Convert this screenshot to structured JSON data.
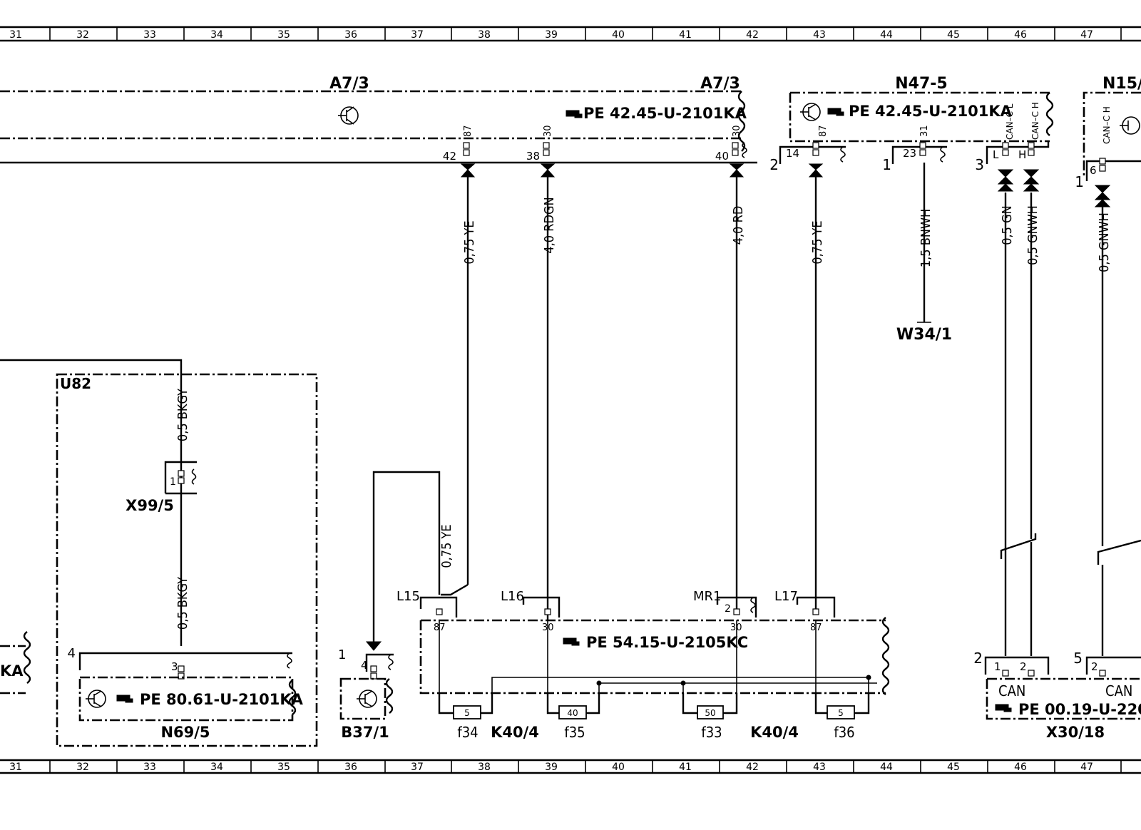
{
  "grid": {
    "numbers": [
      "31",
      "32",
      "33",
      "34",
      "35",
      "36",
      "37",
      "38",
      "39",
      "40",
      "41",
      "42",
      "43",
      "44",
      "45",
      "46",
      "47"
    ]
  },
  "components": {
    "a7_3_left": "A7/3",
    "a7_3_right": "A7/3",
    "n47_5": "N47-5",
    "n15": "N15/",
    "w34_1": "W34/1",
    "u82": "U82",
    "x99_5": "X99/5",
    "n69_5": "N69/5",
    "b37_1": "B37/1",
    "k40_4_left": "K40/4",
    "k40_4_right": "K40/4",
    "x30_18": "X30/18"
  },
  "refs": {
    "a7_3": "PE  42.45-U-2101KA",
    "n47_5": "PE  42.45-U-2101KA",
    "k40_4": "PE  54.15-U-2105KC",
    "n69_5": "PE  80.61-U-2101KA",
    "x30_18": "PE  00.19-U-220",
    "left_cut": "KA"
  },
  "pins": {
    "a7_87": "87",
    "a7_42": "42",
    "a7_30a": "30",
    "a7_38": "38",
    "a7_30b": "30",
    "a7_40": "40",
    "n47_87": "87",
    "n47_14": "14",
    "n47_2": "2",
    "n47_31": "31",
    "n47_23": "23",
    "n47_1": "1",
    "n47_canl": "CAN–C L",
    "n47_canh": "CAN–C H",
    "n47_l": "L",
    "n47_h": "H",
    "n47_3": "3",
    "n15_canh": "CAN–C H",
    "n15_6": "6",
    "n15_1": "1",
    "x99_1": "1",
    "n69_3": "3",
    "n69_4": "4",
    "b37_4": "4",
    "b37_1": "1",
    "k_l15": "L15",
    "k_87a": "87",
    "k_l16": "L16",
    "k_30a": "30",
    "k_mr1": "MR1",
    "k_2": "2",
    "k_30b": "30",
    "k_l17": "L17",
    "k_87b": "87",
    "x30_2": "2",
    "x30_1": "1",
    "x30_2b": "2",
    "x30_5": "5",
    "x30_2c": "2",
    "x30_can1": "CAN",
    "x30_can2": "CAN"
  },
  "wires": {
    "w1": "0,75  YE",
    "w2": "4,0  RDGN",
    "w3": "4,0  RD",
    "w4": "0,75  YE",
    "w5": "1,5  BNWH",
    "w6": "0,5  GN",
    "w7": "0,5  GNWH",
    "w8": "0,5  GNWH",
    "w9": "0,5  BKGY",
    "w10": "0,5  BKGY",
    "w11": "0,75  YE"
  },
  "fuses": {
    "f34": "f34",
    "f34_rating": "5",
    "f35": "f35",
    "f35_rating": "40",
    "f33": "f33",
    "f33_rating": "50",
    "f36": "f36",
    "f36_rating": "5"
  }
}
